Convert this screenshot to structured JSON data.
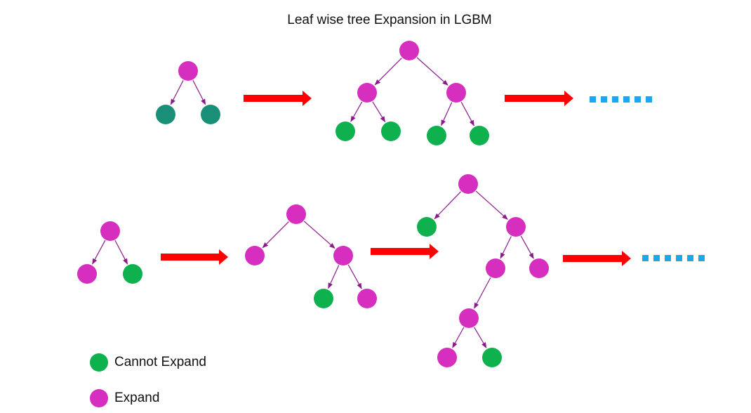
{
  "title": "Leaf wise tree Expansion in LGBM",
  "colors": {
    "expand": "#d62fbf",
    "cannot_expand": "#0fb04e",
    "leaf_first_tree": "#1a8f78",
    "edge": "#8b1a8b",
    "arrow": "#ff0000",
    "dots": "#1aa9f0"
  },
  "legend": [
    {
      "label": "Cannot Expand",
      "color": "#0fb04e"
    },
    {
      "label": "Expand",
      "color": "#d62fbf"
    }
  ],
  "rows": [
    {
      "trees": [
        {
          "nodes": [
            {
              "id": "r",
              "type": "expand"
            },
            {
              "id": "a",
              "type": "leaf",
              "parent": "r"
            },
            {
              "id": "b",
              "type": "leaf",
              "parent": "r"
            }
          ]
        },
        {
          "nodes": [
            {
              "id": "r",
              "type": "expand"
            },
            {
              "id": "a",
              "type": "expand",
              "parent": "r"
            },
            {
              "id": "b",
              "type": "expand",
              "parent": "r"
            },
            {
              "id": "c",
              "type": "cannot_expand",
              "parent": "a"
            },
            {
              "id": "d",
              "type": "cannot_expand",
              "parent": "a"
            },
            {
              "id": "e",
              "type": "cannot_expand",
              "parent": "b"
            },
            {
              "id": "f",
              "type": "cannot_expand",
              "parent": "b"
            }
          ]
        }
      ]
    },
    {
      "trees": [
        {
          "nodes": [
            {
              "id": "r",
              "type": "expand"
            },
            {
              "id": "a",
              "type": "expand",
              "parent": "r"
            },
            {
              "id": "b",
              "type": "cannot_expand",
              "parent": "r"
            }
          ]
        },
        {
          "nodes": [
            {
              "id": "r",
              "type": "expand"
            },
            {
              "id": "a",
              "type": "expand",
              "parent": "r"
            },
            {
              "id": "b",
              "type": "expand",
              "parent": "r"
            },
            {
              "id": "c",
              "type": "cannot_expand",
              "parent": "b"
            },
            {
              "id": "d",
              "type": "expand",
              "parent": "b"
            }
          ]
        },
        {
          "nodes": [
            {
              "id": "r",
              "type": "expand"
            },
            {
              "id": "a",
              "type": "cannot_expand",
              "parent": "r"
            },
            {
              "id": "b",
              "type": "expand",
              "parent": "r"
            },
            {
              "id": "c",
              "type": "expand",
              "parent": "b"
            },
            {
              "id": "d",
              "type": "expand",
              "parent": "b"
            },
            {
              "id": "e",
              "type": "expand",
              "parent": "c"
            },
            {
              "id": "f",
              "type": "expand",
              "parent": "e"
            },
            {
              "id": "g",
              "type": "cannot_expand",
              "parent": "e"
            }
          ]
        }
      ]
    }
  ]
}
